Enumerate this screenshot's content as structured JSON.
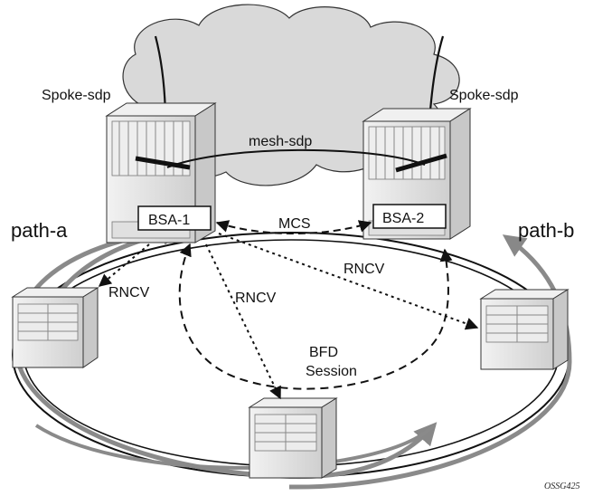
{
  "labels": {
    "spoke_sdp_left": "Spoke-sdp",
    "spoke_sdp_right": "Spoke-sdp",
    "mesh_sdp": "mesh-sdp",
    "mcs": "MCS",
    "path_a": "path-a",
    "path_b": "path-b",
    "rncv_left": "RNCV",
    "rncv_center": "RNCV",
    "rncv_right": "RNCV",
    "bfd_line1": "BFD",
    "bfd_line2": "Session",
    "figure_code": "OSSG425"
  },
  "nodes": {
    "bsa1": "BSA-1",
    "bsa2": "BSA-2"
  },
  "colors": {
    "arrow_gray": "#888888",
    "cloud_fill": "#d9d9d9",
    "chassis_fill": "#e6e6e6",
    "line": "#111111"
  }
}
